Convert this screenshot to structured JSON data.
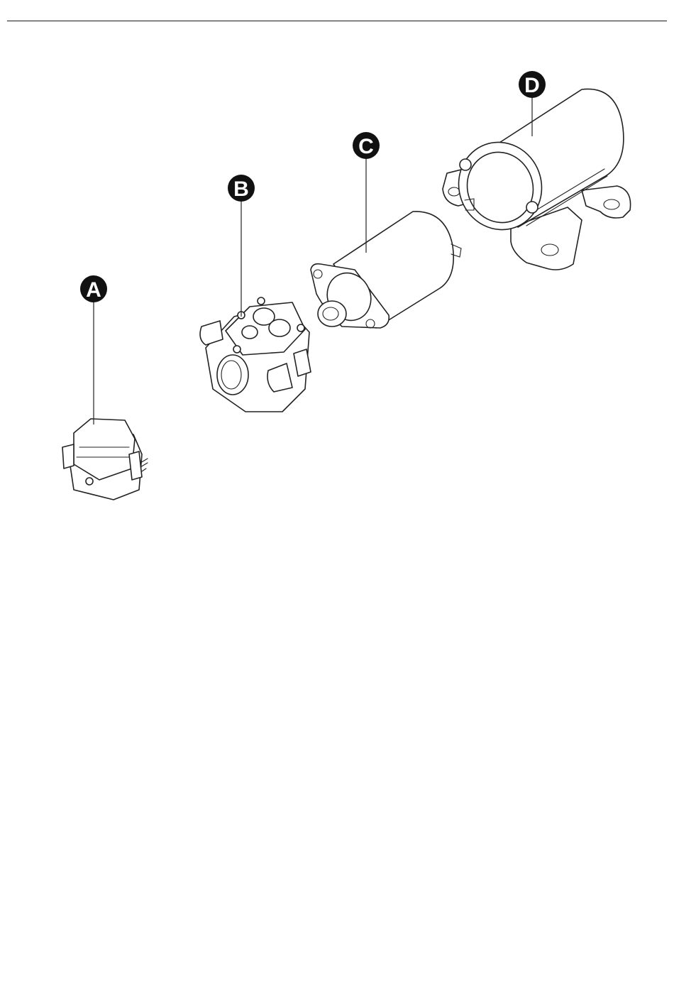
{
  "callouts": {
    "a": "A",
    "b": "B",
    "c": "C",
    "d": "D"
  },
  "colors": {
    "line": "#222222",
    "callout_fill": "#111111",
    "callout_text": "#ffffff",
    "background": "#ffffff"
  }
}
